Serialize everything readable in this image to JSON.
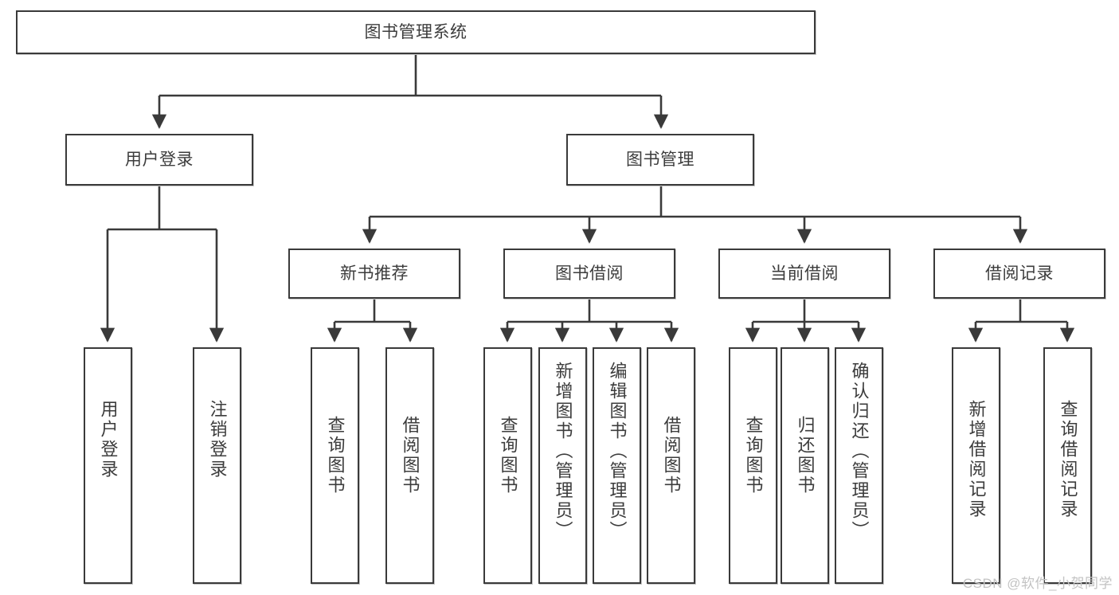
{
  "diagram": {
    "type": "tree-hierarchy-diagram",
    "title": "图书管理系统",
    "line_color": "#3a3a3a",
    "box_fill": "#ffffff",
    "text_color": "#3c3c3c",
    "nodes": {
      "root": {
        "label": "图书管理系统"
      },
      "level1": [
        {
          "id": "user-login",
          "label": "用户登录"
        },
        {
          "id": "book-management",
          "label": "图书管理"
        }
      ],
      "level2": [
        {
          "id": "new-book-recommend",
          "label": "新书推荐"
        },
        {
          "id": "book-borrow",
          "label": "图书借阅"
        },
        {
          "id": "current-borrow",
          "label": "当前借阅"
        },
        {
          "id": "borrow-record",
          "label": "借阅记录"
        }
      ],
      "leaves": {
        "user_login": [
          {
            "id": "leaf-user-login",
            "label": "用户登录"
          },
          {
            "id": "leaf-logout-login",
            "label": "注销登录"
          }
        ],
        "new_book_recommend": [
          {
            "id": "leaf-query-book-1",
            "label": "查询图书"
          },
          {
            "id": "leaf-borrow-book-1",
            "label": "借阅图书"
          }
        ],
        "book_borrow": [
          {
            "id": "leaf-query-book-2",
            "label": "查询图书"
          },
          {
            "id": "leaf-add-book-admin",
            "label": "新增图书（管理员）"
          },
          {
            "id": "leaf-edit-book-admin",
            "label": "编辑图书（管理员）"
          },
          {
            "id": "leaf-borrow-book-2",
            "label": "借阅图书"
          }
        ],
        "current_borrow": [
          {
            "id": "leaf-query-book-3",
            "label": "查询图书"
          },
          {
            "id": "leaf-return-book",
            "label": "归还图书"
          },
          {
            "id": "leaf-confirm-return-admin",
            "label": "确认归还（管理员）"
          }
        ],
        "borrow_record": [
          {
            "id": "leaf-add-borrow-record",
            "label": "新增借阅记录"
          },
          {
            "id": "leaf-query-borrow-record",
            "label": "查询借阅记录"
          }
        ]
      }
    },
    "watermark": "CSDN @软件_小贺同学"
  }
}
